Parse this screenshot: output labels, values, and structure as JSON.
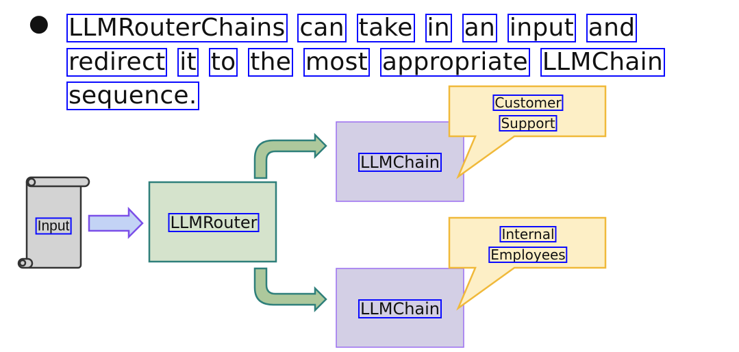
{
  "bullet": {
    "marker": "●",
    "words": [
      "LLMRouterChains",
      "can",
      "take",
      "in",
      "an",
      "input",
      "and",
      "redirect",
      "it",
      "to",
      "the",
      "most",
      "appropriate",
      "LLMChain",
      "sequence."
    ]
  },
  "diagram": {
    "input_label": "Input",
    "router_label": "LLMRouter",
    "chains": [
      {
        "label": "LLMChain",
        "callout": [
          "Customer",
          "Support"
        ]
      },
      {
        "label": "LLMChain",
        "callout": [
          "Internal",
          "Employees"
        ]
      }
    ]
  },
  "colors": {
    "ocr_box": "#0a0aff",
    "scroll_fill": "#d3d3d3",
    "input_arrow_fill": "#c3d3f5",
    "input_arrow_stroke": "#7b4fe8",
    "router_fill": "#d5e3cc",
    "router_stroke": "#2e7f7a",
    "branch_arrow_fill": "#adc89c",
    "chain_fill": "#d3cfe5",
    "chain_stroke": "#9b6ef0",
    "callout_fill": "#fdefc6",
    "callout_stroke": "#f0b93a"
  }
}
